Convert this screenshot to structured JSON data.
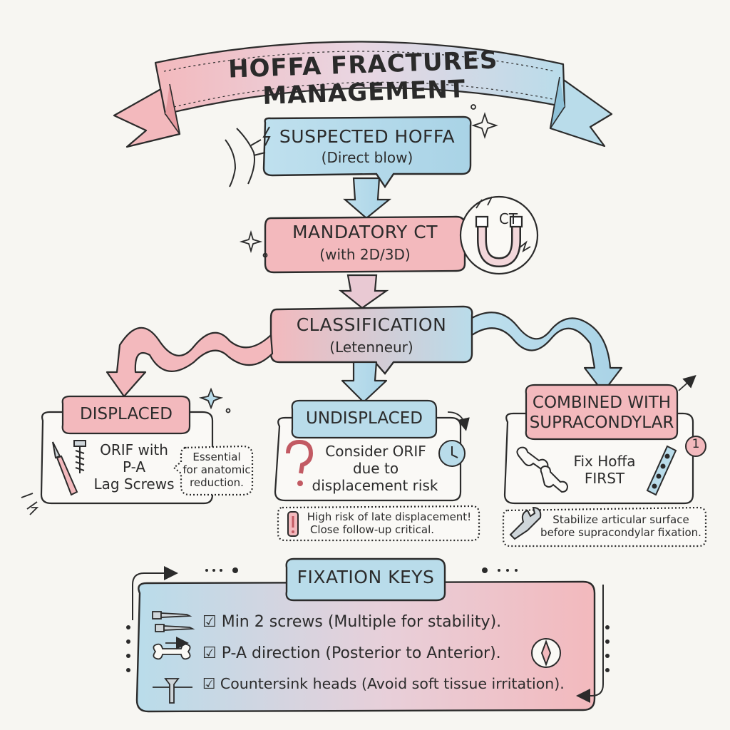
{
  "title": "HOFFA FRACTURES MANAGEMENT",
  "flow": {
    "step1": {
      "title": "SUSPECTED HOFFA",
      "sub": "(Direct blow)"
    },
    "step2": {
      "title": "MANDATORY CT",
      "sub": "(with 2D/3D)",
      "badge": "CT"
    },
    "step3": {
      "title": "CLASSIFICATION",
      "sub": "(Letenneur)"
    }
  },
  "branches": {
    "displaced": {
      "title": "DISPLACED",
      "body": [
        "ORIF with",
        "P-A",
        "Lag Screws"
      ],
      "note": [
        "Essential",
        "for anatomic",
        "reduction."
      ]
    },
    "undisplaced": {
      "title": "UNDISPLACED",
      "body": [
        "Consider ORIF",
        "due to",
        "displacement risk"
      ],
      "note": [
        "High risk of late displacement!",
        "Close follow-up critical."
      ]
    },
    "combined": {
      "title": [
        "COMBINED WITH",
        "SUPRACONDYLAR"
      ],
      "body": [
        "Fix Hoffa",
        "FIRST"
      ],
      "badge": "1",
      "note": [
        "Stabilize articular surface",
        "before supracondylar fixation."
      ]
    }
  },
  "fixation": {
    "title": "FIXATION KEYS",
    "items": [
      "☑ Min 2 screws (Multiple for stability).",
      "☑ P-A direction (Posterior to Anterior).",
      "☑ Countersink heads (Avoid soft tissue irritation)."
    ]
  },
  "colors": {
    "pink": "#f3b9bd",
    "blue": "#b9dcea",
    "ink": "#2b2b2b"
  }
}
